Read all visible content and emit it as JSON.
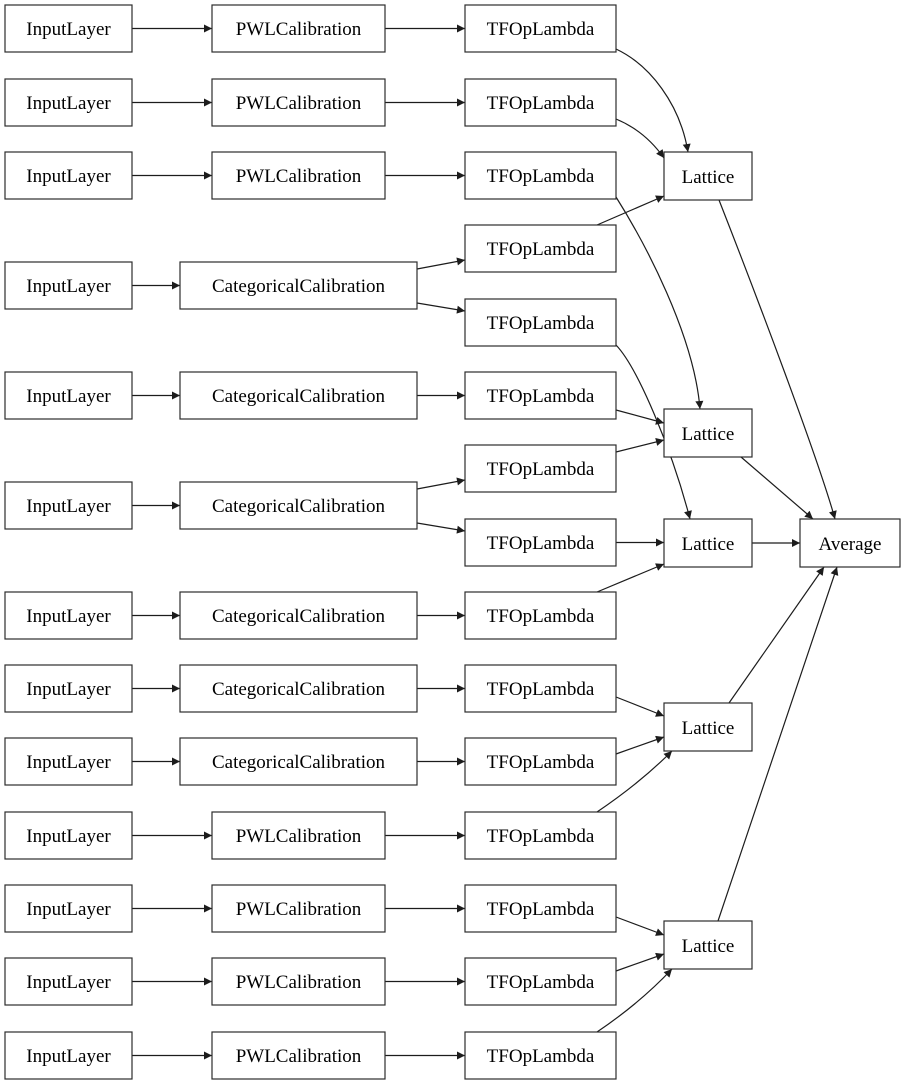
{
  "diagram": {
    "kind": "model-architecture-graph",
    "colors": {
      "background": "#ffffff",
      "node_fill": "#ffffff",
      "node_border": "#2d2d2d",
      "edge": "#1c1c1c",
      "text": "#000000"
    }
  },
  "nodes": [
    {
      "id": "input_1",
      "label": "InputLayer"
    },
    {
      "id": "input_2",
      "label": "InputLayer"
    },
    {
      "id": "input_3",
      "label": "InputLayer"
    },
    {
      "id": "input_4",
      "label": "InputLayer"
    },
    {
      "id": "input_5",
      "label": "InputLayer"
    },
    {
      "id": "input_6",
      "label": "InputLayer"
    },
    {
      "id": "input_7",
      "label": "InputLayer"
    },
    {
      "id": "input_8",
      "label": "InputLayer"
    },
    {
      "id": "input_9",
      "label": "InputLayer"
    },
    {
      "id": "input_10",
      "label": "InputLayer"
    },
    {
      "id": "input_11",
      "label": "InputLayer"
    },
    {
      "id": "input_12",
      "label": "InputLayer"
    },
    {
      "id": "input_13",
      "label": "InputLayer"
    },
    {
      "id": "pwl_1",
      "label": "PWLCalibration"
    },
    {
      "id": "pwl_2",
      "label": "PWLCalibration"
    },
    {
      "id": "pwl_3",
      "label": "PWLCalibration"
    },
    {
      "id": "pwl_4",
      "label": "PWLCalibration"
    },
    {
      "id": "pwl_5",
      "label": "PWLCalibration"
    },
    {
      "id": "pwl_6",
      "label": "PWLCalibration"
    },
    {
      "id": "pwl_7",
      "label": "PWLCalibration"
    },
    {
      "id": "cat_1",
      "label": "CategoricalCalibration"
    },
    {
      "id": "cat_2",
      "label": "CategoricalCalibration"
    },
    {
      "id": "cat_3",
      "label": "CategoricalCalibration"
    },
    {
      "id": "cat_4",
      "label": "CategoricalCalibration"
    },
    {
      "id": "cat_5",
      "label": "CategoricalCalibration"
    },
    {
      "id": "cat_6",
      "label": "CategoricalCalibration"
    },
    {
      "id": "tfop_1",
      "label": "TFOpLambda"
    },
    {
      "id": "tfop_2",
      "label": "TFOpLambda"
    },
    {
      "id": "tfop_3",
      "label": "TFOpLambda"
    },
    {
      "id": "tfop_4",
      "label": "TFOpLambda"
    },
    {
      "id": "tfop_5",
      "label": "TFOpLambda"
    },
    {
      "id": "tfop_6",
      "label": "TFOpLambda"
    },
    {
      "id": "tfop_7",
      "label": "TFOpLambda"
    },
    {
      "id": "tfop_8",
      "label": "TFOpLambda"
    },
    {
      "id": "tfop_9",
      "label": "TFOpLambda"
    },
    {
      "id": "tfop_10",
      "label": "TFOpLambda"
    },
    {
      "id": "tfop_11",
      "label": "TFOpLambda"
    },
    {
      "id": "tfop_12",
      "label": "TFOpLambda"
    },
    {
      "id": "tfop_13",
      "label": "TFOpLambda"
    },
    {
      "id": "tfop_14",
      "label": "TFOpLambda"
    },
    {
      "id": "tfop_15",
      "label": "TFOpLambda"
    },
    {
      "id": "lattice_1",
      "label": "Lattice"
    },
    {
      "id": "lattice_2",
      "label": "Lattice"
    },
    {
      "id": "lattice_3",
      "label": "Lattice"
    },
    {
      "id": "lattice_4",
      "label": "Lattice"
    },
    {
      "id": "lattice_5",
      "label": "Lattice"
    },
    {
      "id": "average",
      "label": "Average"
    }
  ],
  "edges": [
    {
      "from": "input_1",
      "to": "pwl_1"
    },
    {
      "from": "input_2",
      "to": "pwl_2"
    },
    {
      "from": "input_3",
      "to": "pwl_3"
    },
    {
      "from": "input_4",
      "to": "cat_1"
    },
    {
      "from": "input_5",
      "to": "cat_2"
    },
    {
      "from": "input_6",
      "to": "cat_3"
    },
    {
      "from": "input_7",
      "to": "cat_4"
    },
    {
      "from": "input_8",
      "to": "cat_5"
    },
    {
      "from": "input_9",
      "to": "cat_6"
    },
    {
      "from": "input_10",
      "to": "pwl_4"
    },
    {
      "from": "input_11",
      "to": "pwl_5"
    },
    {
      "from": "input_12",
      "to": "pwl_6"
    },
    {
      "from": "input_13",
      "to": "pwl_7"
    },
    {
      "from": "pwl_1",
      "to": "tfop_1"
    },
    {
      "from": "pwl_2",
      "to": "tfop_2"
    },
    {
      "from": "pwl_3",
      "to": "tfop_3"
    },
    {
      "from": "cat_1",
      "to": "tfop_4"
    },
    {
      "from": "cat_1",
      "to": "tfop_5"
    },
    {
      "from": "cat_2",
      "to": "tfop_6"
    },
    {
      "from": "cat_3",
      "to": "tfop_7"
    },
    {
      "from": "cat_3",
      "to": "tfop_8"
    },
    {
      "from": "cat_4",
      "to": "tfop_9"
    },
    {
      "from": "cat_5",
      "to": "tfop_10"
    },
    {
      "from": "cat_6",
      "to": "tfop_11"
    },
    {
      "from": "pwl_4",
      "to": "tfop_12"
    },
    {
      "from": "pwl_5",
      "to": "tfop_13"
    },
    {
      "from": "pwl_6",
      "to": "tfop_14"
    },
    {
      "from": "pwl_7",
      "to": "tfop_15"
    },
    {
      "from": "tfop_1",
      "to": "lattice_1"
    },
    {
      "from": "tfop_2",
      "to": "lattice_1"
    },
    {
      "from": "tfop_4",
      "to": "lattice_1"
    },
    {
      "from": "tfop_3",
      "to": "lattice_2"
    },
    {
      "from": "tfop_6",
      "to": "lattice_2"
    },
    {
      "from": "tfop_7",
      "to": "lattice_2"
    },
    {
      "from": "tfop_5",
      "to": "lattice_3"
    },
    {
      "from": "tfop_8",
      "to": "lattice_3"
    },
    {
      "from": "tfop_9",
      "to": "lattice_3"
    },
    {
      "from": "tfop_10",
      "to": "lattice_4"
    },
    {
      "from": "tfop_11",
      "to": "lattice_4"
    },
    {
      "from": "tfop_12",
      "to": "lattice_4"
    },
    {
      "from": "tfop_13",
      "to": "lattice_5"
    },
    {
      "from": "tfop_14",
      "to": "lattice_5"
    },
    {
      "from": "tfop_15",
      "to": "lattice_5"
    },
    {
      "from": "lattice_1",
      "to": "average"
    },
    {
      "from": "lattice_2",
      "to": "average"
    },
    {
      "from": "lattice_3",
      "to": "average"
    },
    {
      "from": "lattice_4",
      "to": "average"
    },
    {
      "from": "lattice_5",
      "to": "average"
    }
  ]
}
